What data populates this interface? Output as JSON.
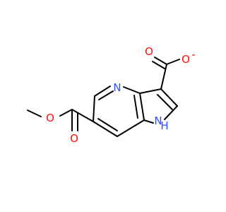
{
  "molecule": {
    "bond_color": "#000000",
    "atoms": {
      "o_carboxylate_top": {
        "symbol": "O",
        "color": "#ff0d0d"
      },
      "o_carboxylate_minus": {
        "symbol": "O",
        "color": "#ff0d0d"
      },
      "carboxylate_charge": {
        "symbol": "-",
        "color": "#ff0d0d"
      },
      "n_pyridine": {
        "symbol": "N",
        "color": "#3050f8"
      },
      "n_pyrrole": {
        "symbol": "N",
        "color": "#3050f8"
      },
      "nh_h": {
        "symbol": "H",
        "color": "#3050f8"
      },
      "o_ester_ether": {
        "symbol": "O",
        "color": "#ff0d0d"
      },
      "o_ester_carbonyl": {
        "symbol": "O",
        "color": "#ff0d0d"
      }
    }
  }
}
